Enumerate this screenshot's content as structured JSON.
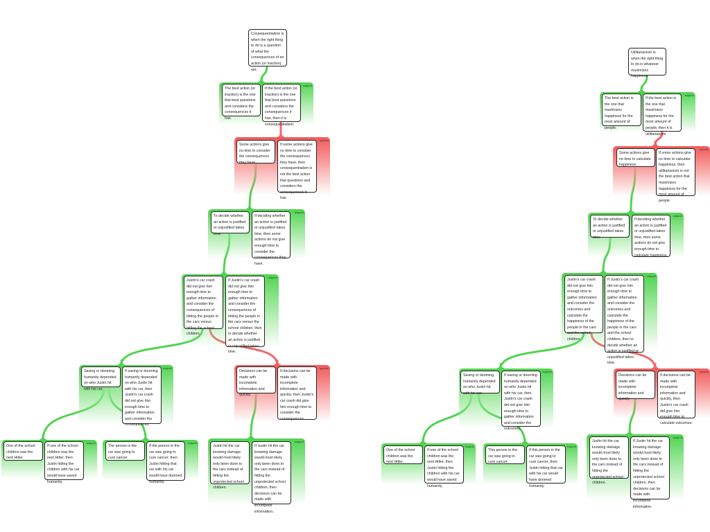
{
  "colors": {
    "support": "#4fd44f",
    "oppose": "#f25a5a",
    "link_support": "#4fd44f",
    "link_oppose": "#f06868"
  },
  "maps": [
    {
      "root": "Consequentialism is when the right thing to do is a question of what the consequences of an action (or inaction) are.",
      "groups": [
        {
          "type": "support",
          "label": "support",
          "claim": "The best action (or inaction) is the one that best questions and considers the consequences it has.",
          "warrant": "If the best action (or inaction) is the one that best questions and considers the consequences it has, then it is consequentialism."
        },
        {
          "type": "oppose",
          "label": "oppose",
          "claim": "Some actions give no time to consider the consequences they have.",
          "warrant": "If some actions give no time to consider the consequences they have, then consequentialism is not the best action that questions and considers the consequences it has."
        },
        {
          "type": "support",
          "label": "support",
          "claim": "To decide whether an action is justified or unjustified takes time.",
          "warrant": "If deciding whether an action is justified or unjustified takes time, then some actions do not give enough time to consider the consequences they have."
        },
        {
          "type": "support",
          "label": "support",
          "claim": "Justin's car crash did not give him enough time to gather information and consider the consequences of hitting the people in the cars versus hitting the school children.",
          "warrant": "If Justin's car crash did not give him enough time to gather information and consider the consequences of hitting the people in the cars versus the school children, then to decide whether an action is justified or unjustified takes time."
        },
        {
          "type": "support",
          "label": "support",
          "claim": "Saving or dooming humanity depended on who Justin hit with his car.",
          "warrant": "If saving or dooming humanity depended on who Justin hit with his car, then Justin's car crash did not give him enough time to gather information and consider the consequences."
        },
        {
          "type": "oppose",
          "label": "oppose",
          "claim": "Decisions can be made with incomplete information and quickly.",
          "warrant": "If decisions can be made with incomplete information and quickly, then Justin's car crash did give him enough time to consider the consequences."
        },
        {
          "type": "support",
          "label": "support",
          "claim": "One of the school children was the next Hitler.",
          "warrant": "If one of the school children was the next Hitler, then Justin hitting the children with his car would have saved humanity."
        },
        {
          "type": "support",
          "label": "support",
          "claim": "The person in the car was going to cure cancer.",
          "warrant": "If the person in the car was going to cure cancer, then Justin hitting that car with his car would have doomed humanity."
        },
        {
          "type": "support",
          "label": "support",
          "claim": "Justin hit the car knowing damage would most likely only been done to the cars instead of hitting the unprotected school children.",
          "warrant": "If Justin hit the car knowing damage would most likely only been done to the cars instead of hitting the unprotected school children, then decisions can be made with incomplete information."
        }
      ]
    },
    {
      "root": "Utilitarianism is when the right thing to do is whatever maximizes happiness.",
      "groups": [
        {
          "type": "support",
          "label": "support",
          "claim": "The best action is the one that maximizes happiness for the most amount of people.",
          "warrant": "If the best action is the one that maximizes happiness for the most amount of people, then it is utilitarianism."
        },
        {
          "type": "oppose",
          "label": "oppose",
          "claim": "Some actions give no time to calculate happiness",
          "warrant": "If some actions give no time to calculate happiness, then utilitarianism is not the best action that maximizes happiness for the most amount of people"
        },
        {
          "type": "support",
          "label": "support",
          "claim": "To decide whether an action is justified or unjustified takes time.",
          "warrant": "If deciding whether an action is justified or unjustified takes time, then some actions do not give enough time to calculate happiness."
        },
        {
          "type": "support",
          "label": "support",
          "claim": "Justin's car crash did not give him enough time to gather information and consider the outcomes and calculate the happiness of the people in the cars and the school children.",
          "warrant": "If Justin's car crash did not give him enough time to gather information and consider the outcomes and calculate the happiness of the people in the cars and the school children, then to decide whether an action is justified or unjustified takes time."
        },
        {
          "type": "support",
          "label": "support",
          "claim": "Saving or dooming humanity depended on who Justin hit with his car.",
          "warrant": "If saving or dooming humanity depended on who Justin hit with his car, then Justin's car crash did not give him enough time to gather information and consider the outcomes."
        },
        {
          "type": "oppose",
          "label": "oppose",
          "claim": "Decisions can be made with incomplete information and quickly",
          "warrant": "If decisions can be made with incomplete information and quickly, then Justin's car crash did give him enough time to calculate outcomes."
        },
        {
          "type": "support",
          "label": "support",
          "claim": "One of the school children was the next Hitler.",
          "warrant": "If one of the school children was the next Hitler, then Justin hitting the children with his car would have saved humanity."
        },
        {
          "type": "support",
          "label": "support",
          "claim": "This person in the car was going to cure cancer.",
          "warrant": "If this person in the car was going to cure cancer, then Justin hitting that car with his car would have doomed humanity."
        },
        {
          "type": "support",
          "label": "support",
          "claim": "Justin hit the car knowing damage would most likely only been done to the cars instead of hitting the unprotected school children.",
          "warrant": "If Justin hit the car knowing damage would most likely only been done to the cars instead of hitting the unprotected school children, then decisions can be made with incomplete information."
        }
      ]
    }
  ]
}
